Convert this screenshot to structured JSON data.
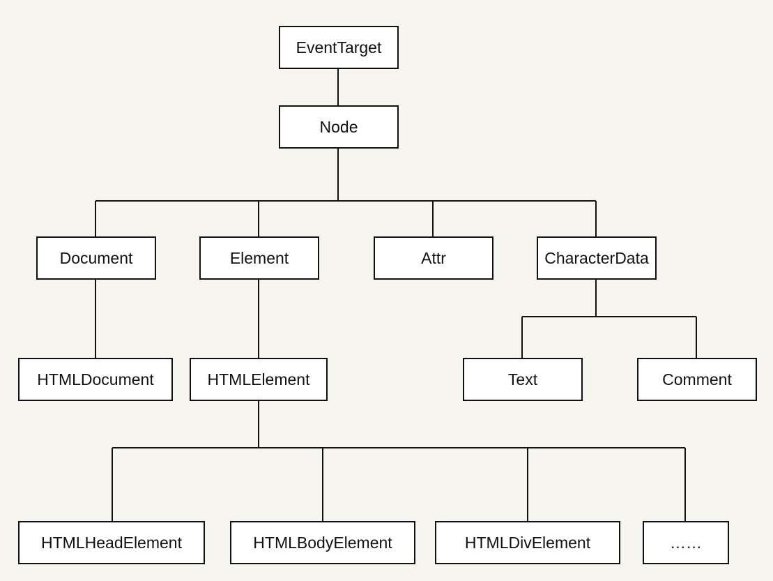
{
  "nodes": {
    "event_target": "EventTarget",
    "node": "Node",
    "document": "Document",
    "element": "Element",
    "attr": "Attr",
    "character_data": "CharacterData",
    "html_document": "HTMLDocument",
    "html_element": "HTMLElement",
    "text": "Text",
    "comment": "Comment",
    "html_head_element": "HTMLHeadElement",
    "html_body_element": "HTMLBodyElement",
    "html_div_element": "HTMLDivElement",
    "more": "……"
  },
  "edges": [
    [
      "event_target",
      "node"
    ],
    [
      "node",
      "document"
    ],
    [
      "node",
      "element"
    ],
    [
      "node",
      "attr"
    ],
    [
      "node",
      "character_data"
    ],
    [
      "document",
      "html_document"
    ],
    [
      "element",
      "html_element"
    ],
    [
      "character_data",
      "text"
    ],
    [
      "character_data",
      "comment"
    ],
    [
      "html_element",
      "html_head_element"
    ],
    [
      "html_element",
      "html_body_element"
    ],
    [
      "html_element",
      "html_div_element"
    ],
    [
      "html_element",
      "more"
    ]
  ]
}
